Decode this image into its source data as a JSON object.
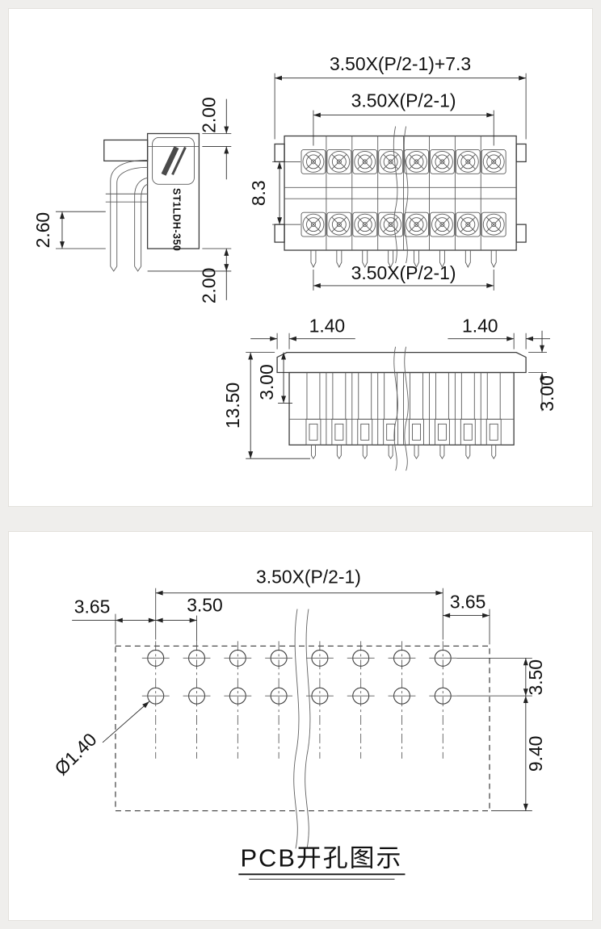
{
  "page": {
    "background": "#efeeec",
    "panel_background": "#ffffff",
    "line_color": "#3d3d3d"
  },
  "top_panel": {
    "side_view": {
      "model": "ST1LDH-350",
      "dim_top_height": "2.00",
      "dim_pin_left": "2.60",
      "dim_pin_bottom": "2.00"
    },
    "top_view": {
      "dim_overall_width": "3.50X(P/2-1)+7.3",
      "dim_pin_span_top": "3.50X(P/2-1)",
      "dim_row_spacing": "8.3",
      "dim_pin_span_bottom": "3.50X(P/2-1)"
    },
    "front_view": {
      "dim_flange_left": "1.40",
      "dim_flange_right": "1.40",
      "dim_total_height": "13.50",
      "dim_left_depth": "3.00",
      "dim_flange_thickness": "3.00"
    }
  },
  "pcb_panel": {
    "dim_hole_span": "3.50X(P/2-1)",
    "dim_edge_left": "3.65",
    "dim_hole_pitch": "3.50",
    "dim_edge_right": "3.65",
    "dim_row_spacing": "3.50",
    "dim_row_to_edge": "9.40",
    "dim_hole_diameter": "Ø1.40",
    "caption": "PCB开孔图示"
  }
}
